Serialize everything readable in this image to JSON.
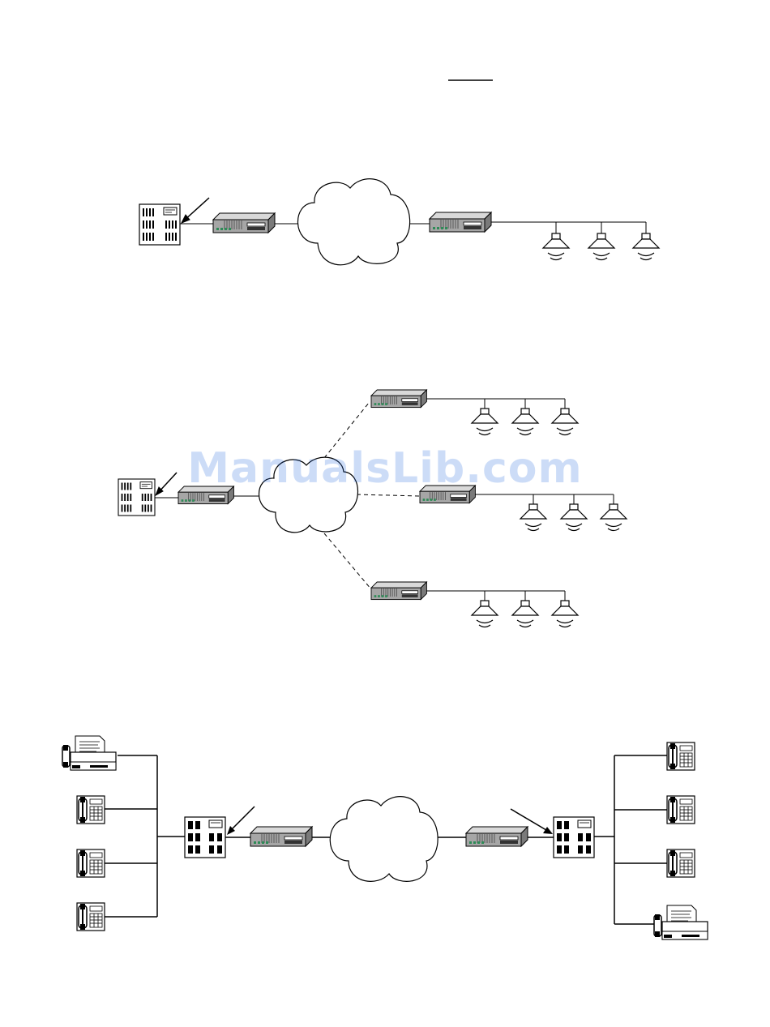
{
  "watermark": {
    "text": "ManualsLib.com",
    "color": "#1e64dc"
  },
  "colors": {
    "line": "#000000",
    "device_body": "#8c8c8c",
    "device_led": "#2e8b57"
  },
  "sections": [
    {
      "name": "single-zone-paging",
      "nodes": [
        "pbx",
        "gateway",
        "ip-network",
        "gateway",
        "speaker",
        "speaker",
        "speaker"
      ]
    },
    {
      "name": "multi-zone-paging",
      "nodes": [
        "pbx",
        "gateway",
        "ip-network",
        "gateway",
        "gateway",
        "gateway",
        "speaker"
      ]
    },
    {
      "name": "pbx-to-pbx-link",
      "nodes": [
        "fax",
        "phone",
        "phone",
        "phone",
        "pbx",
        "gateway",
        "ip-network",
        "gateway",
        "pbx",
        "phone",
        "phone",
        "phone",
        "fax"
      ]
    }
  ]
}
